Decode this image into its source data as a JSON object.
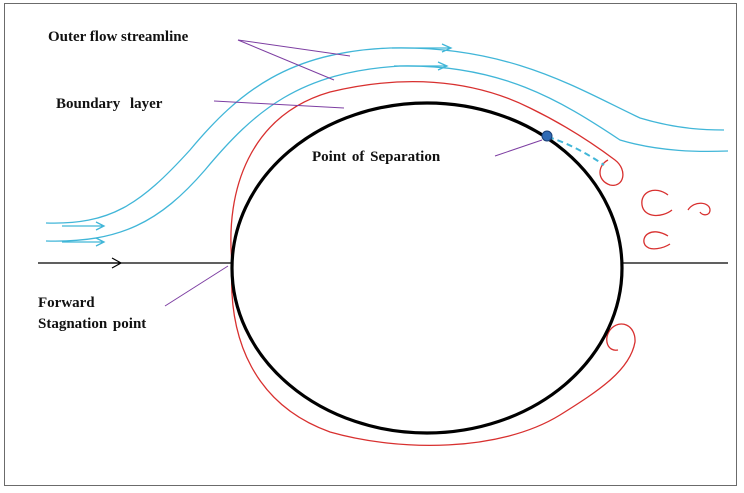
{
  "labels": {
    "outer_flow": "Outer flow streamline",
    "boundary_layer": "Boundary layer",
    "separation": "Point of Separation",
    "forward_line1": "Forward",
    "forward_line2": "Stagnation point"
  },
  "colors": {
    "streamline": "#41b6d8",
    "boundary_layer": "#d8302f",
    "cylinder": "#000000",
    "leader": "#7d3ea2",
    "separation_point": "#2f6bb5",
    "axis": "#000000"
  }
}
